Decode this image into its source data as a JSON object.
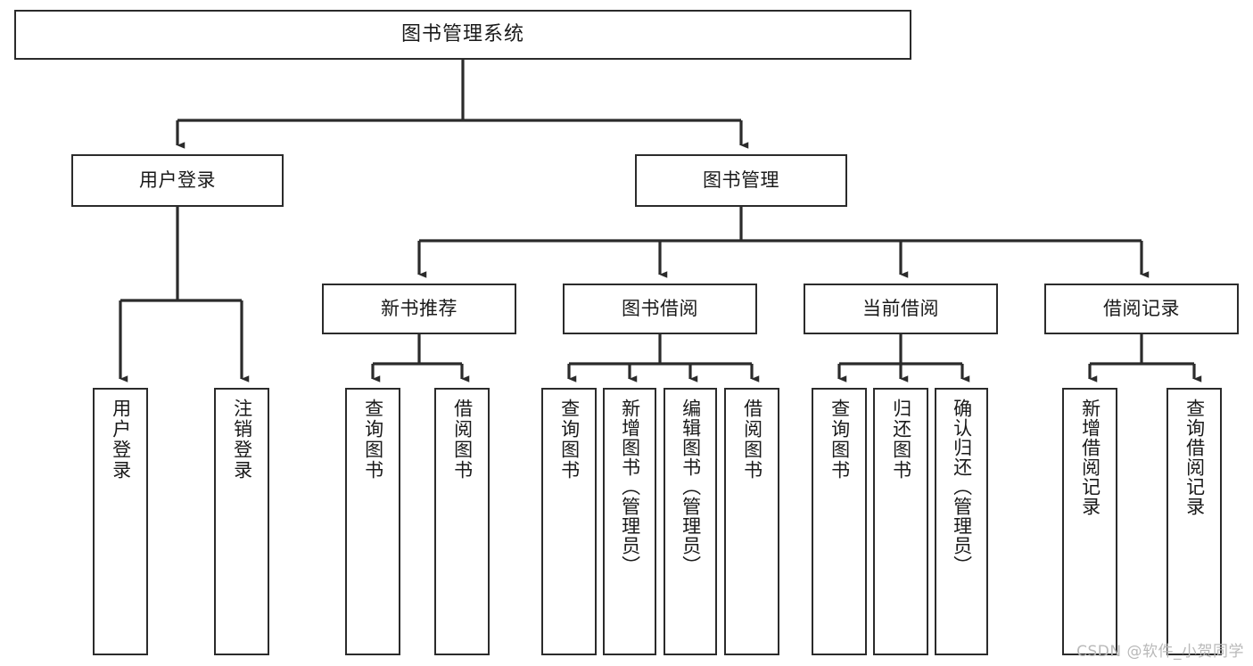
{
  "diagram": {
    "title": "图书管理系统",
    "type": "tree",
    "watermark": "CSDN @软件_小贺同学",
    "colors": {
      "box_border": "#2b2b2b",
      "box_fill": "#ffffff",
      "line": "#2b2b2b",
      "text": "#1a1a1a",
      "watermark": "#b9b9b9",
      "background": "#ffffff"
    },
    "root": {
      "label": "图书管理系统"
    },
    "level2": [
      {
        "id": "user-login",
        "label": "用户登录"
      },
      {
        "id": "book-management",
        "label": "图书管理"
      }
    ],
    "level3": [
      {
        "id": "new-book-recommend",
        "label": "新书推荐",
        "parent": "book-management"
      },
      {
        "id": "book-borrow",
        "label": "图书借阅",
        "parent": "book-management"
      },
      {
        "id": "current-borrow",
        "label": "当前借阅",
        "parent": "book-management"
      },
      {
        "id": "borrow-record",
        "label": "借阅记录",
        "parent": "book-management"
      }
    ],
    "leaves": {
      "user-login": [
        {
          "id": "leaf-user-login",
          "label": "用户登录"
        },
        {
          "id": "leaf-user-logout",
          "label": "注销登录"
        }
      ],
      "new-book-recommend": [
        {
          "id": "leaf-query-book-1",
          "label": "查询图书"
        },
        {
          "id": "leaf-borrow-book-1",
          "label": "借阅图书"
        }
      ],
      "book-borrow": [
        {
          "id": "leaf-query-book-2",
          "label": "查询图书"
        },
        {
          "id": "leaf-add-book",
          "label": "新增图书（管理员）"
        },
        {
          "id": "leaf-edit-book",
          "label": "编辑图书（管理员）"
        },
        {
          "id": "leaf-borrow-book-2",
          "label": "借阅图书"
        }
      ],
      "current-borrow": [
        {
          "id": "leaf-query-book-3",
          "label": "查询图书"
        },
        {
          "id": "leaf-return-book",
          "label": "归还图书"
        },
        {
          "id": "leaf-confirm-return",
          "label": "确认归还（管理员）"
        }
      ],
      "borrow-record": [
        {
          "id": "leaf-add-record",
          "label": "新增借阅记录"
        },
        {
          "id": "leaf-query-record",
          "label": "查询借阅记录"
        }
      ]
    }
  }
}
